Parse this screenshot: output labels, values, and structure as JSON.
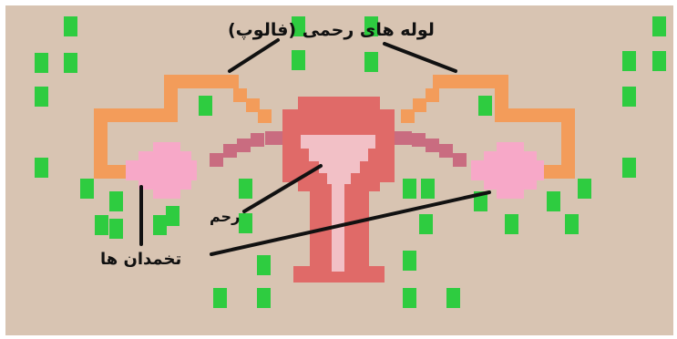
{
  "colors": {
    "background": "#d8c4b2",
    "border": "#ffffff",
    "dots": "#2ecc40",
    "tube": "#f39c5a",
    "uterus": "#e06a68",
    "uterus_inner": "#f2c0c6",
    "ovary": "#f7a8c8",
    "ligament": "#c96c80",
    "pointer": "#111111",
    "text": "#111111"
  },
  "labels": {
    "fallopian_tubes": "لوله های رحمی (فالوپ)",
    "uterus": "رحم",
    "ovaries": "تخمدان ها"
  }
}
